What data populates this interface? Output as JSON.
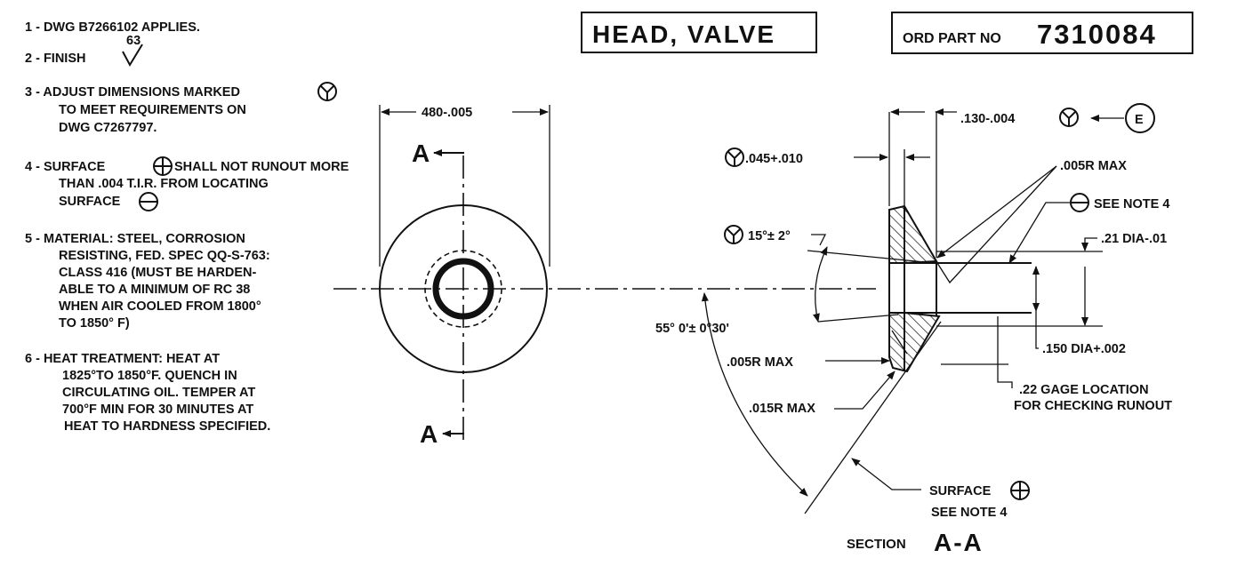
{
  "title": "HEAD, VALVE",
  "part": {
    "prefix": "ORD PART NO",
    "number": "7310084"
  },
  "notes": {
    "n1": "1 - DWG B7266102 APPLIES.",
    "n2_prefix": "2 - FINISH",
    "n2_value": "63",
    "n3": [
      "3 - ADJUST DIMENSIONS MARKED",
      "TO MEET REQUIREMENTS ON",
      "DWG C7267797."
    ],
    "n4": [
      "4 - SURFACE",
      "SHALL NOT RUNOUT MORE",
      "THAN .004  T.I.R. FROM LOCATING",
      "SURFACE"
    ],
    "n5": [
      "5 - MATERIAL: STEEL, CORROSION",
      "RESISTING, FED. SPEC QQ-S-763:",
      "CLASS 416 (MUST BE HARDEN-",
      "ABLE TO A MINIMUM OF RC 38",
      "WHEN AIR COOLED FROM 1800°",
      "TO 1850° F)"
    ],
    "n6": [
      "6 - HEAT TREATMENT: HEAT AT",
      "1825°TO 1850°F. QUENCH  IN",
      "CIRCULATING OIL. TEMPER AT",
      "700°F MIN FOR 30 MINUTES AT",
      "HEAT TO HARDNESS SPECIFIED."
    ]
  },
  "view": {
    "dia_dim": "480-.005",
    "sec_top": "A",
    "sec_bot": "A"
  },
  "section": {
    "d130": ".130-.004",
    "datum": "E",
    "d045": ".045+.010",
    "r005_top": ".005R MAX",
    "see_note": "SEE NOTE 4",
    "ang15": "15°± 2°",
    "d21": ".21 DIA-.01",
    "ang55": "55° 0'± 0°30'",
    "d150": ".150 DIA+.002",
    "r005_bot": ".005R MAX",
    "gage": [
      ".22 GAGE LOCATION",
      "FOR CHECKING RUNOUT"
    ],
    "r015": ".015R MAX",
    "surface": "SURFACE",
    "see_note2": "SEE NOTE 4",
    "label_small": "SECTION",
    "label_big": "A-A"
  }
}
